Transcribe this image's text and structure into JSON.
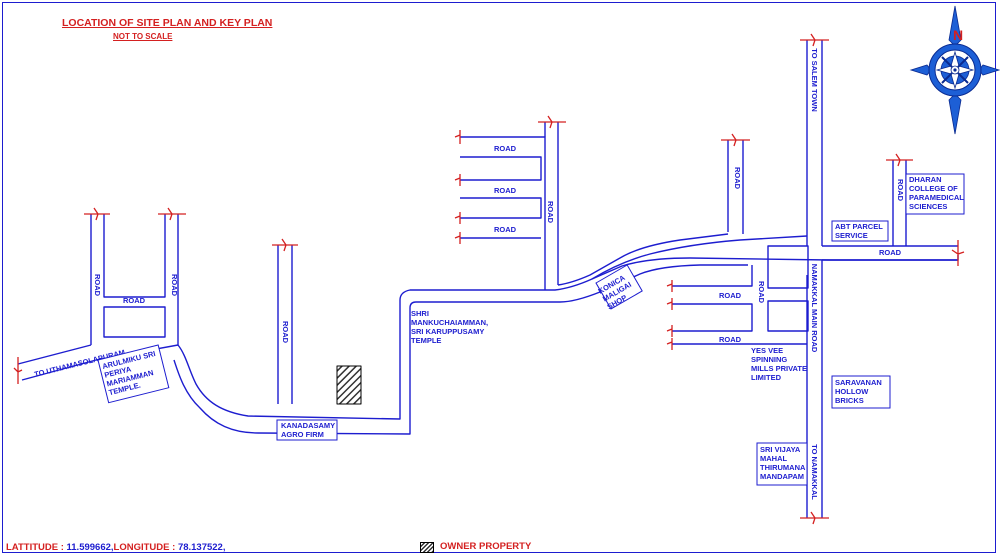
{
  "header": {
    "title": "LOCATION OF SITE PLAN AND KEY PLAN",
    "subtitle": "NOT TO SCALE"
  },
  "footer": {
    "latitude_label": "LATTITUDE : ",
    "latitude_value": "11.599662,",
    "longitude_label": "LONGITUDE : ",
    "longitude_value": "78.137522,",
    "legend_label": "OWNER PROPERTY"
  },
  "compass": {
    "north_letter": "N",
    "icon": "compass-rose-icon"
  },
  "roads": {
    "left_road_a": "ROAD",
    "left_road_b": "ROAD",
    "left_cross": "ROAD",
    "mid_road": "ROAD",
    "upper_road_1": "ROAD",
    "upper_road_2": "ROAD",
    "upper_road_3": "ROAD",
    "upper_vertical": "ROAD",
    "right_vertical": "ROAD",
    "inner_vertical": "ROAD",
    "inner_road_1": "ROAD",
    "inner_road_2": "ROAD",
    "dharan_road": "ROAD",
    "east_road": "ROAD",
    "to_uthamasolapuram": "TO UTHAMASOLAPURAM",
    "to_salem_town": "TO SALEM TOWN",
    "namakkal_main_road": "NAMAKKAL MAIN ROAD",
    "to_namakkal": "TO NAMAKKAL"
  },
  "landmarks": {
    "arulmiku": [
      "ARULMIKU SRI",
      "PERIYA",
      "MARIAMMAN",
      "TEMPLE."
    ],
    "kanadasamy": [
      "KANADASAMY",
      "AGRO FIRM"
    ],
    "shri_temple": [
      "SHRI",
      "MANKUCHAIAMMAN,",
      "SRI KARUPPUSAMY",
      "TEMPLE"
    ],
    "konica": [
      "KONICA",
      "MALIGAI",
      "SHOP"
    ],
    "abt_parcel": [
      "ABT PARCEL",
      "SERVICE"
    ],
    "dharan": [
      "DHARAN",
      "COLLEGE OF",
      "PARAMEDICAL",
      "SCIENCES"
    ],
    "yes_vee": [
      "YES VEE",
      "SPINNING",
      "MILLS PRIVATE",
      "LIMITED"
    ],
    "saravanan": [
      "SARAVANAN",
      "HOLLOW",
      "BRICKS"
    ],
    "sri_vijaya": [
      "SRI VIJAYA",
      "MAHAL",
      "THIRUMANA",
      "MANDAPAM"
    ]
  },
  "colors": {
    "road": "#1d1dcf",
    "title": "#d42020",
    "break_mark": "#d42020"
  }
}
